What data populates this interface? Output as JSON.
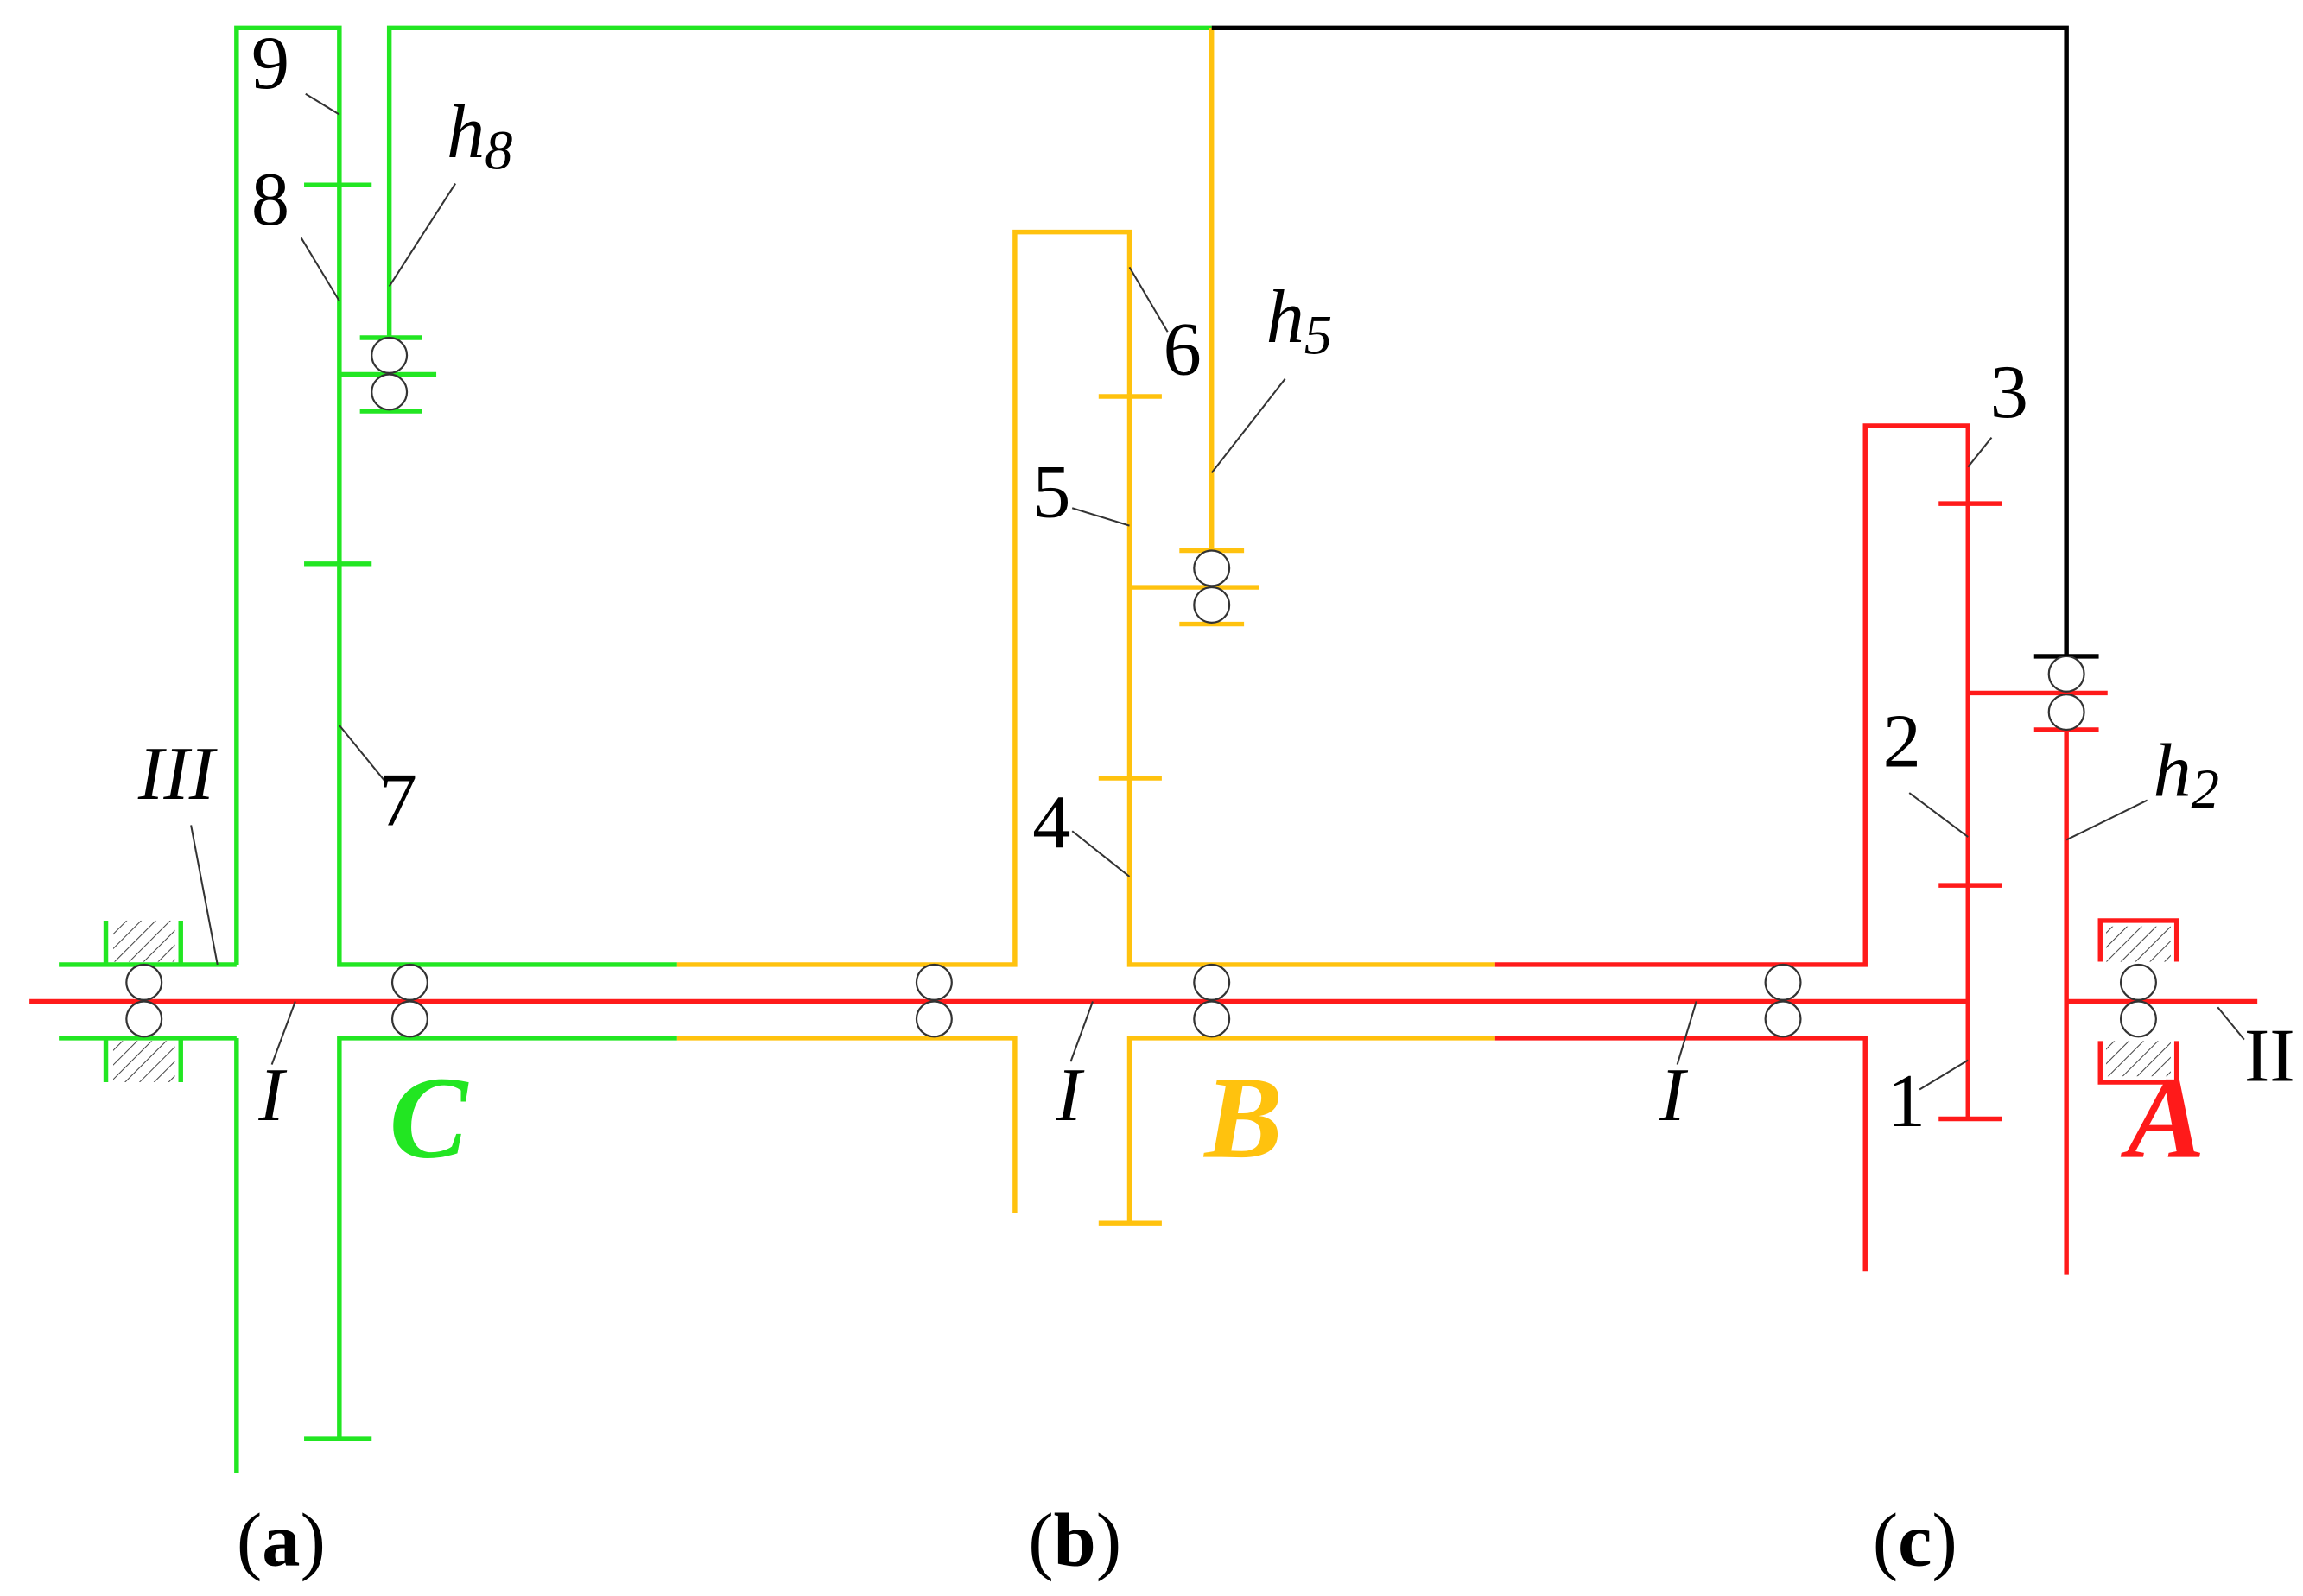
{
  "colors": {
    "c_module": "#22e622",
    "b_module": "#ffc20e",
    "a_module": "#ff1a1a",
    "carrier_link": "#000000",
    "leader": "#333333"
  },
  "modules": {
    "c": "C",
    "b": "B",
    "a": "A"
  },
  "gear_numbers": {
    "g1": "1",
    "g2": "2",
    "g3": "3",
    "g4": "4",
    "g5": "5",
    "g6": "6",
    "g7": "7",
    "g8": "8",
    "g9": "9"
  },
  "carriers": {
    "h2": {
      "base": "h",
      "sub": "2"
    },
    "h5": {
      "base": "h",
      "sub": "5"
    },
    "h8": {
      "base": "h",
      "sub": "8"
    }
  },
  "shafts": {
    "input": "I",
    "output_right": "II",
    "output_left": "III"
  },
  "panels": {
    "a": {
      "open": "(",
      "letter": "a",
      "close": ")"
    },
    "b": {
      "open": "(",
      "letter": "b",
      "close": ")"
    },
    "c": {
      "open": "(",
      "letter": "c",
      "close": ")"
    }
  }
}
